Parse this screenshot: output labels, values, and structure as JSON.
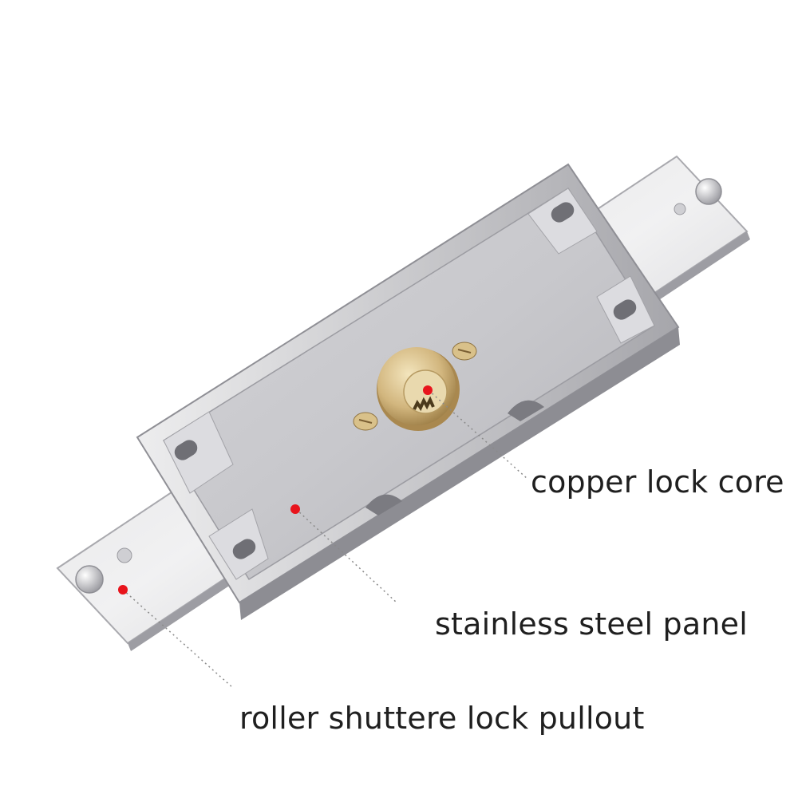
{
  "callouts": {
    "core": "copper lock core",
    "panel": "stainless steel panel",
    "pullout": "roller shuttere lock pullout"
  },
  "colors": {
    "marker": "#e8141c",
    "leader": "#8a8a8a",
    "steel_light": "#e6e6e8",
    "steel_mid": "#bdbdc2",
    "steel_dark": "#8e8e95",
    "brass": "#cdb27a"
  }
}
